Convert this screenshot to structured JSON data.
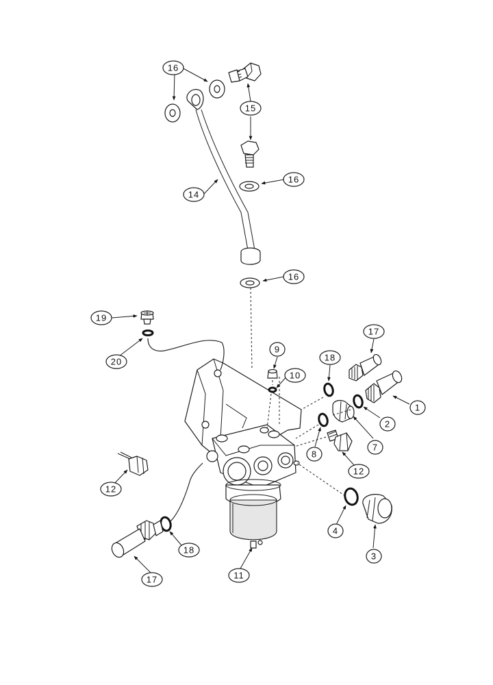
{
  "callouts": [
    {
      "id": "c16a",
      "label": "16"
    },
    {
      "id": "c15",
      "label": "15"
    },
    {
      "id": "c16b",
      "label": "16"
    },
    {
      "id": "c14",
      "label": "14"
    },
    {
      "id": "c16c",
      "label": "16"
    },
    {
      "id": "c19",
      "label": "19"
    },
    {
      "id": "c20",
      "label": "20"
    },
    {
      "id": "c9",
      "label": "9"
    },
    {
      "id": "c10",
      "label": "10"
    },
    {
      "id": "c18a",
      "label": "18"
    },
    {
      "id": "c17a",
      "label": "17"
    },
    {
      "id": "c1",
      "label": "1"
    },
    {
      "id": "c2",
      "label": "2"
    },
    {
      "id": "c7",
      "label": "7"
    },
    {
      "id": "c8",
      "label": "8"
    },
    {
      "id": "c12a",
      "label": "12"
    },
    {
      "id": "c12b",
      "label": "12"
    },
    {
      "id": "c4",
      "label": "4"
    },
    {
      "id": "c3",
      "label": "3"
    },
    {
      "id": "c18b",
      "label": "18"
    },
    {
      "id": "c11",
      "label": "11"
    },
    {
      "id": "c17b",
      "label": "17"
    }
  ]
}
